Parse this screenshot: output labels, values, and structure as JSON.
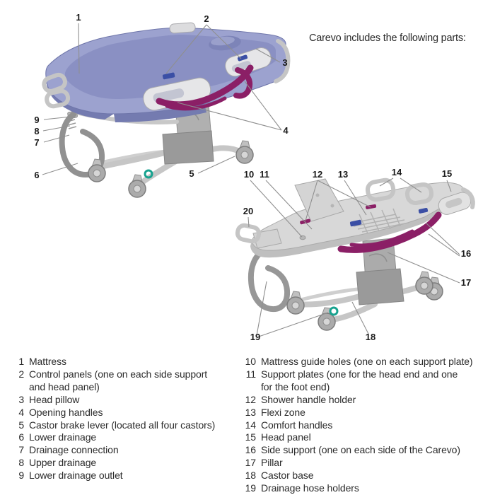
{
  "page": {
    "intro_text": "Carevo includes the following parts:"
  },
  "colors": {
    "mattress": "#9CA2CF",
    "mattress_inner": "#8A90C3",
    "mattress_side": "#747BB0",
    "pillow": "#7D84B8",
    "accent_magenta": "#8B1F66",
    "control_panel_blue": "#3B4FA5",
    "hose_clip_teal": "#17A28F",
    "frame_gray": "#C6C6C6",
    "deck_gray": "#D8D8D8",
    "pillar_gray": "#ABABAB",
    "leader_line": "#8F8F8F",
    "callout_text": "#1A1A1A",
    "body_text": "#2B2B2B"
  },
  "figure1": {
    "name": "Carevo shower trolley with mattress",
    "callouts": [
      {
        "label": "1"
      },
      {
        "label": "2"
      },
      {
        "label": "3"
      },
      {
        "label": "4"
      },
      {
        "label": "5"
      },
      {
        "label": "6"
      },
      {
        "label": "7"
      },
      {
        "label": "8"
      },
      {
        "label": "9"
      }
    ]
  },
  "figure2": {
    "name": "Carevo shower trolley without mattress",
    "callouts": [
      {
        "label": "10"
      },
      {
        "label": "11"
      },
      {
        "label": "12"
      },
      {
        "label": "13"
      },
      {
        "label": "14"
      },
      {
        "label": "15"
      },
      {
        "label": "16"
      },
      {
        "label": "17"
      },
      {
        "label": "18"
      },
      {
        "label": "19"
      },
      {
        "label": "20"
      }
    ]
  },
  "parts_list_left": {
    "items": [
      {
        "number": "1",
        "line1": "Mattress",
        "line2": ""
      },
      {
        "number": "2",
        "line1": "Control panels (one on each side support",
        "line2": "and head panel)"
      },
      {
        "number": "3",
        "line1": "Head pillow",
        "line2": ""
      },
      {
        "number": "4",
        "line1": "Opening handles",
        "line2": ""
      },
      {
        "number": "5",
        "line1": "Castor brake lever (located all four castors)",
        "line2": ""
      },
      {
        "number": "6",
        "line1": "Lower drainage",
        "line2": ""
      },
      {
        "number": "7",
        "line1": "Drainage connection",
        "line2": ""
      },
      {
        "number": "8",
        "line1": "Upper drainage",
        "line2": ""
      },
      {
        "number": "9",
        "line1": "Lower drainage outlet",
        "line2": ""
      }
    ]
  },
  "parts_list_right": {
    "items": [
      {
        "number": "10",
        "line1": "Mattress guide holes (one on each support plate)",
        "line2": ""
      },
      {
        "number": "11",
        "line1": "Support plates (one for the head end and one",
        "line2": "for the foot end)"
      },
      {
        "number": "12",
        "line1": "Shower handle holder",
        "line2": ""
      },
      {
        "number": "13",
        "line1": "Flexi zone",
        "line2": ""
      },
      {
        "number": "14",
        "line1": "Comfort handles",
        "line2": ""
      },
      {
        "number": "15",
        "line1": "Head panel",
        "line2": ""
      },
      {
        "number": "16",
        "line1": "Side support (one on each side of the Carevo)",
        "line2": ""
      },
      {
        "number": "17",
        "line1": "Pillar",
        "line2": ""
      },
      {
        "number": "18",
        "line1": "Castor base",
        "line2": ""
      },
      {
        "number": "19",
        "line1": "Drainage hose holders",
        "line2": ""
      }
    ]
  }
}
